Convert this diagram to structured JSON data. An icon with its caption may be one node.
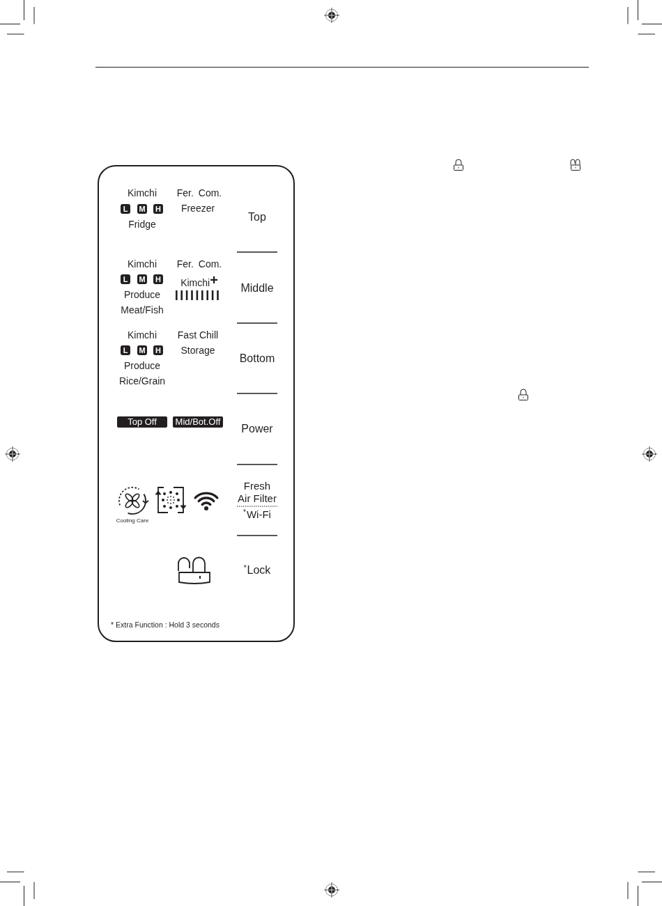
{
  "diagram": {
    "nodes": [
      {
        "text": [
          "Kimchi",
          "Fridge",
          "Fer. Com.",
          "Freezer",
          "Top",
          "Kimchi",
          "Produce",
          "Meat/Fish",
          "Fer. Com.",
          "Kimchi$^{+}$",
          "Middle",
          "Kimchi",
          "Produce",
          "Rice/Grain",
          "Fast Chill",
          "Storage",
          "Bottom",
          "Power",
          "Cooling Care",
          "Fresh Air Filter",
          "$^{*}$Wi-Fi",
          "$^{*}$Lock",
          "* Extra Function : Hold 3 seconds"
        ]
      },
      {
        "text": [
          "L"
        ],
        "in": 0
      },
      {
        "text": [
          "M"
        ],
        "in": 0
      },
      {
        "text": [
          "H"
        ],
        "in": 0
      },
      {
        "text": [
          "L"
        ],
        "in": 0
      },
      {
        "text": [
          "M"
        ],
        "in": 0
      },
      {
        "text": [
          "H"
        ],
        "in": 0
      },
      {
        "text": [
          "L"
        ],
        "in": 0
      },
      {
        "text": [
          "M"
        ],
        "in": 0
      },
      {
        "text": [
          "H"
        ],
        "in": 0
      },
      {
        "text": [
          "Top Off"
        ],
        "in": 0
      },
      {
        "text": [
          "Mid/Bot.Off"
        ],
        "in": 0
      }
    ]
  }
}
